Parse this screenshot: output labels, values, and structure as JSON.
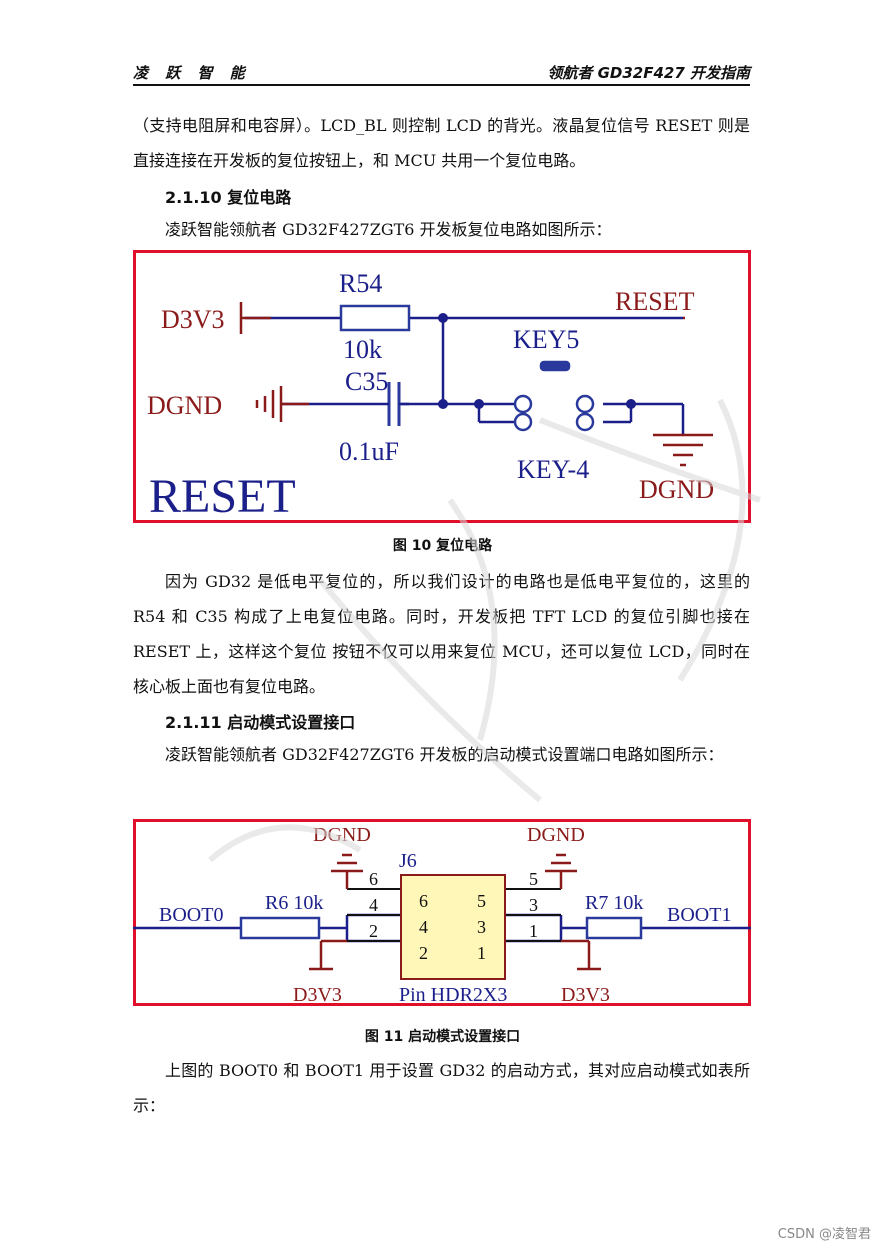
{
  "header": {
    "left": "凌 跃 智 能",
    "right": "领航者 GD32F427 开发指南"
  },
  "para1": "（支持电阻屏和电容屏）。LCD_BL 则控制 LCD 的背光。液晶复位信号 RESET 则是直接连接在开发板的复位按钮上，和 MCU 共用一个复位电路。",
  "heading1": "2.1.10  复位电路",
  "para2": "凌跃智能领航者 GD32F427ZGT6 开发板复位电路如图所示：",
  "fig10": {
    "d3v3": "D3V3",
    "dgnd_left": "DGND",
    "r54": "R54",
    "r54_val": "10k",
    "c35": "C35",
    "c35_val": "0.1uF",
    "reset_net": "RESET",
    "key5": "KEY5",
    "key_part": "KEY-4",
    "dgnd_right": "DGND",
    "block_label": "RESET",
    "caption": "图 10  复位电路"
  },
  "para3": "因为 GD32 是低电平复位的，所以我们设计的电路也是低电平复位的，这里的 R54 和 C35 构成了上电复位电路。同时，开发板把 TFT LCD 的复位引脚也接在 RESET 上，这样这个复位 按钮不仅可以用来复位 MCU，还可以复位 LCD，同时在核心板上面也有复位电路。",
  "heading2": "2.1.11  启动模式设置接口",
  "para4": "凌跃智能领航者 GD32F427ZGT6 开发板的启动模式设置端口电路如图所示：",
  "fig11": {
    "dgnd_l": "DGND",
    "dgnd_r": "DGND",
    "j6": "J6",
    "boot0": "BOOT0",
    "boot1": "BOOT1",
    "r6": "R6 10k",
    "r7": "R7 10k",
    "d3v3_l": "D3V3",
    "d3v3_r": "D3V3",
    "part": "Pin HDR2X3",
    "pin6_out": "6",
    "pin4_out": "4",
    "pin2_out": "2",
    "pin5_out": "5",
    "pin3_out": "3",
    "pin1_out": "1",
    "pin6_in": "6",
    "pin4_in": "4",
    "pin2_in": "2",
    "pin5_in": "5",
    "pin3_in": "3",
    "pin1_in": "1",
    "caption": "图 11  启动模式设置接口"
  },
  "para5": "上图的 BOOT0 和 BOOT1 用于设置 GD32 的启动方式，其对应启动模式如表所示：",
  "footer": "CSDN @凌智君",
  "colors": {
    "frame": "#e0102a",
    "wire": "#1b1f8a",
    "net": "#8b1a1a",
    "comp": "#2a3a9c",
    "hdr": "#fff7b8"
  }
}
